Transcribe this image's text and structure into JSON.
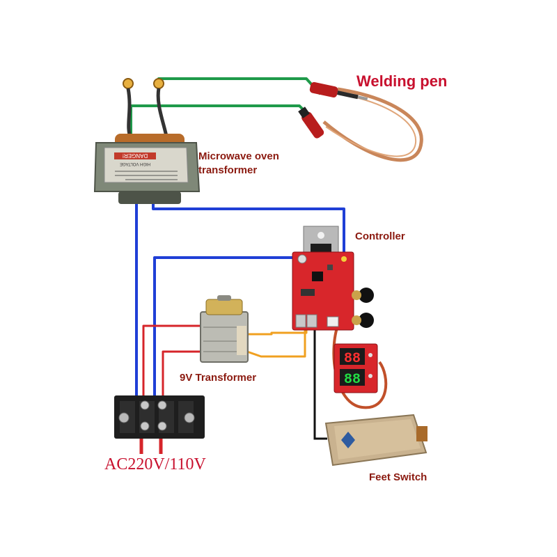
{
  "labels": {
    "welding_pen": "Welding pen",
    "microwave_oven_transformer_line1": "Microwave oven",
    "microwave_oven_transformer_line2": "transformer",
    "controller": "Controller",
    "nine_v_transformer": "9V Transformer",
    "ac_input": "AC220V/110V",
    "feet_switch": "Feet Switch"
  },
  "component_markings": {
    "mot_plate_warning": "DANGER!",
    "mot_plate_sub": "HIGH VOLTAGE",
    "display_top": "88",
    "display_bottom": "88"
  },
  "colors": {
    "wire_green": "#1f9a4a",
    "wire_blue": "#1f3fd6",
    "wire_red": "#d6242a",
    "wire_orange": "#f0a020",
    "wire_black": "#111111",
    "label_red": "#c8102e",
    "label_dark": "#8b1a10",
    "pcb_red": "#d8262b",
    "pedal_tan": "#c9b28f"
  },
  "icons": {
    "pedal_logo": "diamond-logo-icon"
  }
}
